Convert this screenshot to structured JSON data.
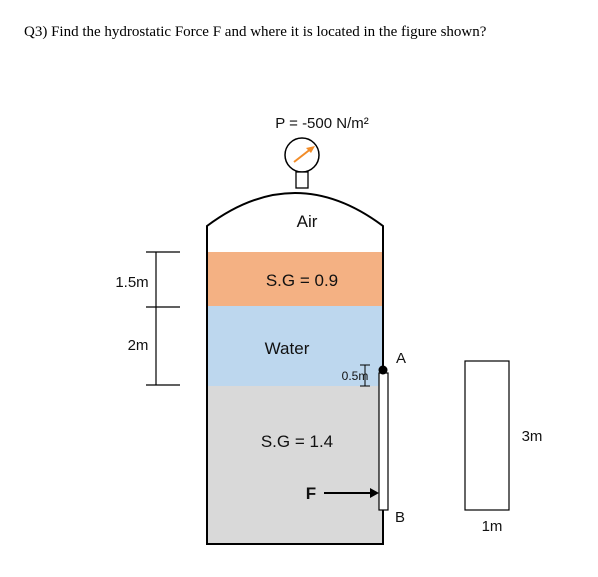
{
  "question": "Q3) Find the hydrostatic Force F and where it is located in the figure shown?",
  "gauge": {
    "pressure_label": "P = -500 N/m²",
    "arrow_color": "#f28c28",
    "icon": "pressure-gauge-icon"
  },
  "layers": {
    "air": {
      "label": "Air",
      "color": "#ffffff"
    },
    "oil": {
      "label": "S.G = 0.9",
      "color": "#f4b183"
    },
    "water": {
      "label": "Water",
      "color": "#bdd7ee"
    },
    "heavy": {
      "label": "S.G = 1.4",
      "color": "#d9d9d9"
    }
  },
  "dimensions": {
    "oil_depth": "1.5m",
    "water_depth": "2m",
    "gate_offset": "0.5m",
    "gate_height": "3m",
    "gate_width": "1m"
  },
  "gate": {
    "top_label": "A",
    "bottom_label": "B"
  },
  "force": {
    "label": "F"
  }
}
